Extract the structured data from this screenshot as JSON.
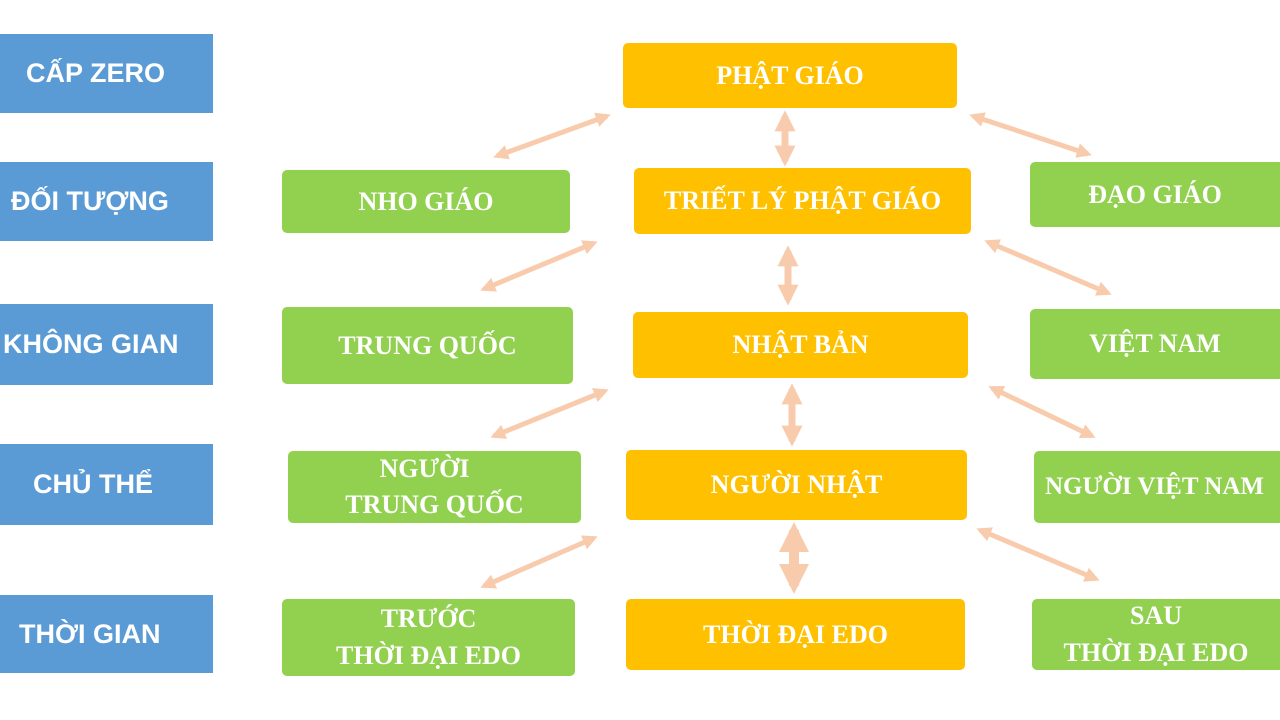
{
  "colors": {
    "level": "#5b9bd5",
    "secondary": "#92d050",
    "primary": "#ffc000",
    "arrow": "#f8cbad"
  },
  "levels": {
    "zero": "CẤP ZERO",
    "object": "ĐỐI TƯỢNG",
    "space": "KHÔNG GIAN",
    "subject": "CHỦ THỂ",
    "time": "THỜI GIAN"
  },
  "center": {
    "zero": "PHẬT GIÁO",
    "object": "TRIẾT LÝ PHẬT GIÁO",
    "space": "NHẬT BẢN",
    "subject": "NGƯỜI NHẬT",
    "time": "THỜI ĐẠI EDO"
  },
  "left": {
    "object": "NHO GIÁO",
    "space": "TRUNG QUỐC",
    "subject_line1": "NGƯỜI",
    "subject_line2": "TRUNG QUỐC",
    "time_line1": "TRƯỚC",
    "time_line2": "THỜI ĐẠI EDO"
  },
  "right": {
    "object": "ĐẠO GIÁO",
    "space": "VIỆT NAM",
    "subject": "NGƯỜI VIỆT NAM",
    "time_line1": "SAU",
    "time_line2": "THỜI ĐẠI EDO"
  }
}
